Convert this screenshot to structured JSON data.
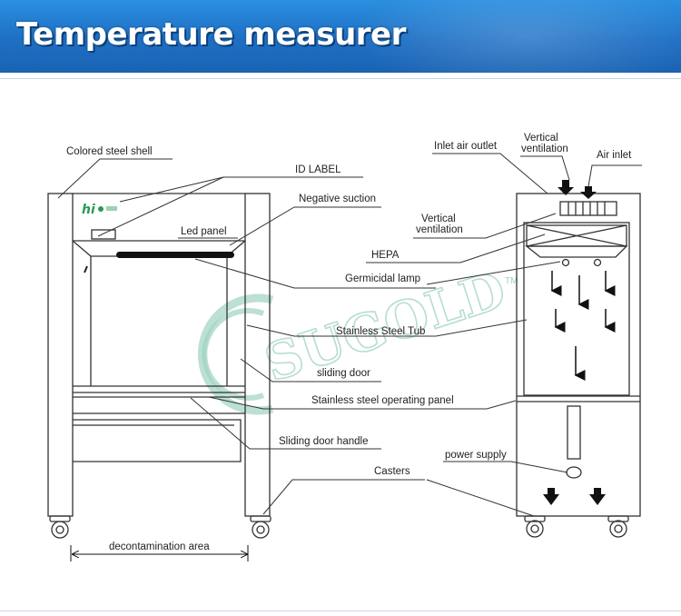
{
  "header": {
    "title": "Temperature measurer"
  },
  "logo_text": "hi",
  "watermark": {
    "text": "SUGOLD",
    "tm": "TM"
  },
  "labels": {
    "colored_steel_shell": "Colored steel shell",
    "id_label": "ID LABEL",
    "negative_suction": "Negative suction",
    "led_panel": "Led panel",
    "germicidal_lamp": "Germicidal lamp",
    "stainless_steel_tub": "Stainless Steel Tub",
    "sliding_door": "sliding door",
    "stainless_steel_operating_panel": "Stainless steel operating panel",
    "sliding_door_handle": "Sliding door handle",
    "casters": "Casters",
    "decontamination_area": "decontamination area",
    "inlet_air_outlet": "Inlet air outlet",
    "vertical_ventilation_top_1": "Vertical",
    "vertical_ventilation_top_2": "ventilation",
    "air_inlet": "Air inlet",
    "vertical_ventilation_side_1": "Vertical",
    "vertical_ventilation_side_2": "ventilation",
    "hepa": "HEPA",
    "power_supply": "power supply"
  },
  "colors": {
    "header": "#1e6fc4",
    "line": "#333333",
    "watermark": "#9fd3c0",
    "logo": "#2a9a55"
  }
}
